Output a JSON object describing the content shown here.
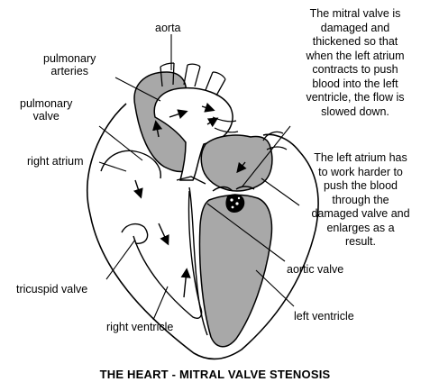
{
  "labels": {
    "aorta": "aorta",
    "pulmonary_arteries": "pulmonary\narteries",
    "pulmonary_valve": "pulmonary\nvalve",
    "right_atrium": "right atrium",
    "tricuspid_valve": "tricuspid valve",
    "right_ventricle": "right ventricle",
    "aortic_valve": "aortic valve",
    "left_ventricle": "left ventricle"
  },
  "notes": {
    "mitral": "The mitral valve is\ndamaged and\nthickened so that\nwhen the left atrium\ncontracts to push\nblood into the left\nventricle, the flow is\nslowed down.",
    "atrium": "The left atrium has\nto work harder to\npush the blood\nthrough the\ndamaged valve and\nenlarges as a\nresult."
  },
  "title": "THE HEART - MITRAL VALVE STENOSIS",
  "colors": {
    "left_heart_fill": "#a8a8a8",
    "outline": "#000000",
    "background": "#ffffff"
  }
}
